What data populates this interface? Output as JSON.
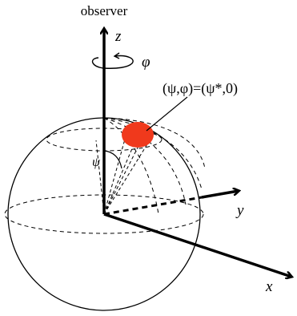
{
  "labels": {
    "observer": "observer",
    "z": "z",
    "y": "y",
    "x": "x",
    "phi": "φ",
    "psi": "ψ",
    "spot_coords": "(ψ,φ)=(ψ*,0)"
  },
  "colors": {
    "spot": "#f0391c",
    "ink": "#000000"
  }
}
